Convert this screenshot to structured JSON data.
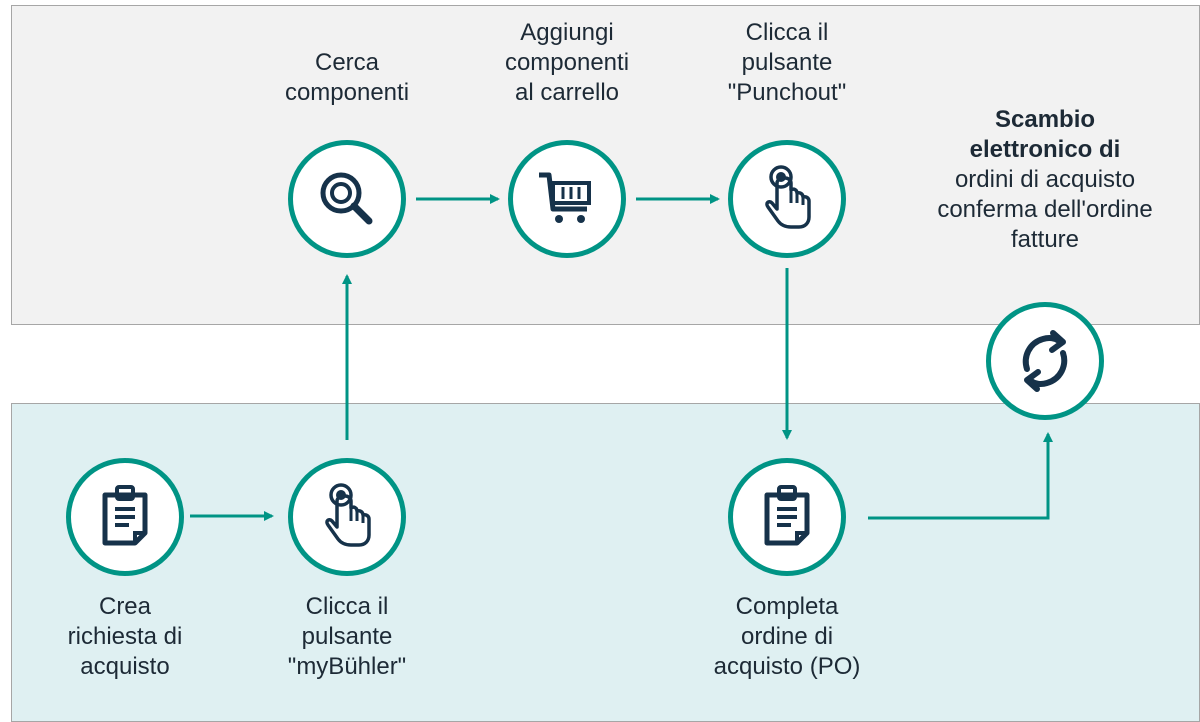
{
  "colors": {
    "accent": "#009485",
    "icon": "#16324a",
    "text": "#1d2a36",
    "top_panel_bg": "#f2f2f2",
    "bottom_panel_bg": "#dff0f2",
    "panel_border": "#a6a6a6"
  },
  "steps": {
    "search": {
      "icon": "magnifier-icon",
      "lines": [
        "Cerca",
        "componenti"
      ]
    },
    "cart": {
      "icon": "shopping-cart-icon",
      "lines": [
        "Aggiungi",
        "componenti",
        "al carrello"
      ]
    },
    "punchout": {
      "icon": "hand-pointer-icon",
      "lines": [
        "Clicca il",
        "pulsante",
        "\"Punchout\""
      ]
    },
    "exchange": {
      "icon": "refresh-arrows-icon",
      "lines_bold": [
        "Scambio",
        "elettronico di"
      ],
      "lines": [
        "ordini di acquisto",
        "conferma dell'ordine",
        "fatture"
      ]
    },
    "request": {
      "icon": "clipboard-icon",
      "lines": [
        "Crea",
        "richiesta di",
        "acquisto"
      ]
    },
    "mybuhler": {
      "icon": "hand-pointer-icon",
      "lines": [
        "Clicca il",
        "pulsante",
        "\"myBühler\""
      ]
    },
    "po": {
      "icon": "clipboard-icon",
      "lines": [
        "Completa",
        "ordine di",
        "acquisto (PO)"
      ]
    }
  }
}
